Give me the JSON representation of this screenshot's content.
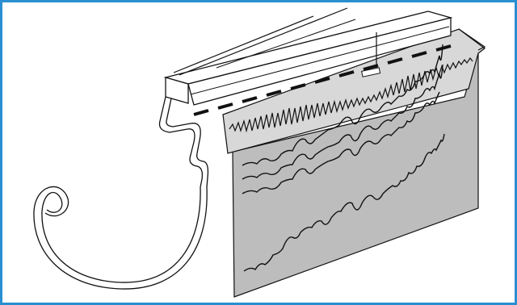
{
  "diagram": {
    "subject": "",
    "colors": {
      "frame": "#2a8fd0",
      "ink": "#111111",
      "paper": "#ffffff",
      "chart_light": "#d8d8d8",
      "chart_dark": "#bdbdbd"
    },
    "parts": [
      "pen-carriage-bar",
      "stylus-hook-arm",
      "recording-strip",
      "chart-sheet",
      "waveform-traces"
    ]
  }
}
